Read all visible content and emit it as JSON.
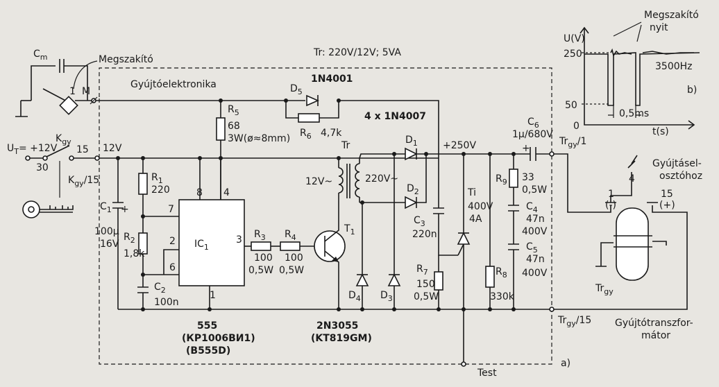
{
  "header": {
    "tr_spec": "Tr: 220V/12V; 5VA",
    "block_title": "Gyújtóelektronika",
    "corner_label": "a)"
  },
  "breaker": {
    "cap_label": "C",
    "cap_sub": "m",
    "name": "Megszakító",
    "contact": "1",
    "node": "M"
  },
  "supply": {
    "voltage": "U",
    "voltage_sub": "T",
    "voltage_val": "= +12V",
    "switch": "K",
    "switch_sub": "gy",
    "pin30": "30",
    "pin15": "15",
    "kgy15": "K",
    "kgy15_sub": "gy",
    "kgy15_tail": "/15",
    "rail": "12V"
  },
  "components": {
    "r1": {
      "name": "R",
      "sub": "1",
      "value": "220"
    },
    "r2": {
      "name": "R",
      "sub": "2",
      "value": "1,8k"
    },
    "c1": {
      "name": "C",
      "sub": "1",
      "value1": "100µ",
      "value2": "16V"
    },
    "c2": {
      "name": "C",
      "sub": "2",
      "value": "100n"
    },
    "ic1": {
      "name": "IC",
      "sub": "1",
      "p8": "8",
      "p4": "4",
      "p7": "7",
      "p2": "2",
      "p6": "6",
      "p3": "3",
      "p1": "1"
    },
    "ic_part": [
      "555",
      "(КР1006ВИ1)",
      "(B555D)"
    ],
    "r5": {
      "name": "R",
      "sub": "5",
      "v1": "68",
      "v2": "3W(ø≈8mm)"
    },
    "d5": {
      "name": "D",
      "sub": "5",
      "part": "1N4001"
    },
    "r6": {
      "name": "R",
      "sub": "6",
      "value": "4,7k"
    },
    "r3": {
      "name": "R",
      "sub": "3",
      "v1": "100",
      "v2": "0,5W"
    },
    "r4": {
      "name": "R",
      "sub": "4",
      "v1": "100",
      "v2": "0,5W"
    },
    "t1": {
      "name": "T",
      "sub": "1",
      "part": [
        "2N3055",
        "(KT819GM)"
      ]
    },
    "tr": {
      "name": "Tr",
      "prim": "12V~",
      "sec": "220V~"
    },
    "bridge": "4 x 1N4007",
    "d1": {
      "name": "D",
      "sub": "1"
    },
    "d2": {
      "name": "D",
      "sub": "2"
    },
    "d3": {
      "name": "D",
      "sub": "3"
    },
    "d4": {
      "name": "D",
      "sub": "4"
    },
    "hv": "+250V",
    "c3": {
      "name": "C",
      "sub": "3",
      "value": "220n"
    },
    "r7": {
      "name": "R",
      "sub": "7",
      "v1": "150",
      "v2": "0,5W"
    },
    "ti": {
      "name": "Ti",
      "v1": "400V",
      "v2": "4A"
    },
    "r8": {
      "name": "R",
      "sub": "8",
      "value": "330k"
    },
    "r9": {
      "name": "R",
      "sub": "9",
      "v1": "33",
      "v2": "0,5W"
    },
    "c4": {
      "name": "C",
      "sub": "4",
      "v1": "47n",
      "v2": "400V"
    },
    "c5": {
      "name": "C",
      "sub": "5",
      "v1": "47n",
      "v2": "400V"
    },
    "c6": {
      "name": "C",
      "sub": "6",
      "v1": "1µ/680V"
    },
    "trgy1": {
      "name": "Tr",
      "sub": "gy",
      "tail": "/1"
    },
    "trgy15": {
      "name": "Tr",
      "sub": "gy",
      "tail": "/15"
    },
    "test": "Test"
  },
  "coil": {
    "dist_label": [
      "Gyújtásel-",
      "osztóhoz"
    ],
    "pin4": "4",
    "pin1": "1",
    "pin1_sign": "(-)",
    "pin15": "15",
    "pin15_sign": "(+)",
    "name": "Tr",
    "name_sub": "gy",
    "caption": [
      "Gyújtótransz-for-",
      "mátor"
    ],
    "caption_a": "Gyújtótranszfor-",
    "caption_b": "mátor"
  },
  "waveform": {
    "y_label": "U(V)",
    "x_label": "t(s)",
    "y250": "250",
    "y50": "50",
    "y0": "0",
    "freq": "3500Hz",
    "width": "0,5ms",
    "annotation": [
      "Megszakító",
      "nyit"
    ],
    "corner": "b)"
  }
}
